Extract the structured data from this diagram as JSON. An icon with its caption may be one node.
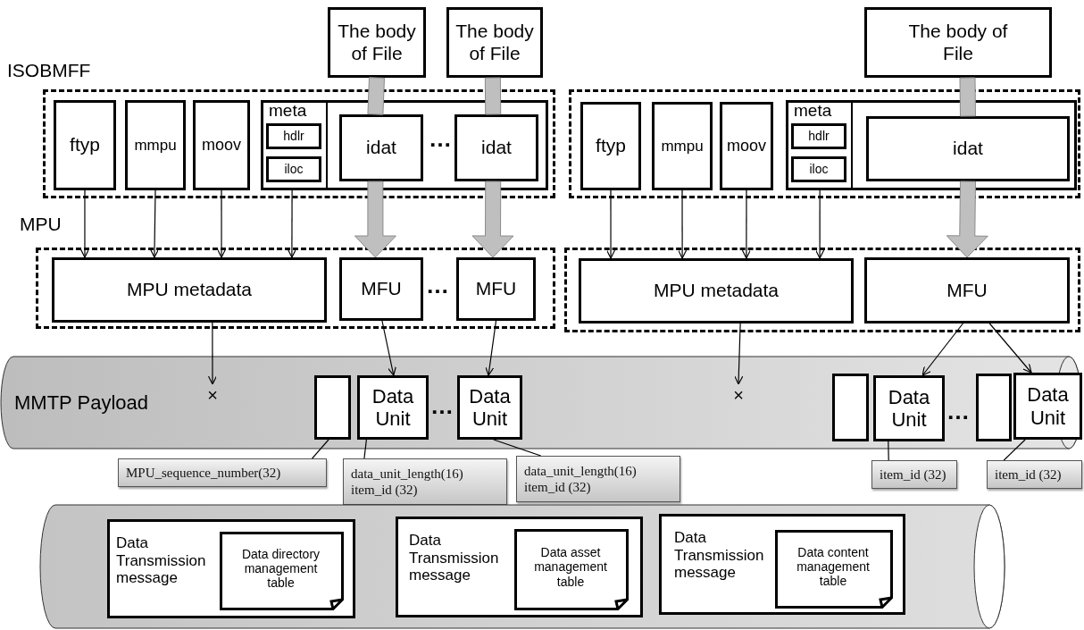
{
  "diagram": {
    "nodes": [
      {
        "text": [
          "The body of File"
        ]
      },
      {
        "text": [
          "The body of File"
        ]
      },
      {
        "text": [
          "The body of File"
        ]
      },
      {
        "text": [
          "ISOBMFF"
        ]
      },
      {
        "text": [
          "ftyp"
        ],
        "in": 3
      },
      {
        "text": [
          "mmpu"
        ],
        "in": 3
      },
      {
        "text": [
          "moov"
        ],
        "in": 3
      },
      {
        "text": [
          "meta"
        ],
        "in": 3
      },
      {
        "text": [
          "hdlr"
        ],
        "in": 7
      },
      {
        "text": [
          "iloc"
        ],
        "in": 7
      },
      {
        "text": [
          "idat"
        ],
        "in": 7
      },
      {
        "text": [
          "idat"
        ],
        "in": 7
      },
      {
        "text": [],
        "shape": "box"
      },
      {
        "text": [
          "ftyp"
        ],
        "in": 12
      },
      {
        "text": [
          "mmpu"
        ],
        "in": 12
      },
      {
        "text": [
          "moov"
        ],
        "in": 12
      },
      {
        "text": [
          "meta"
        ],
        "in": 12
      },
      {
        "text": [
          "hdlr"
        ],
        "in": 16
      },
      {
        "text": [
          "iloc"
        ],
        "in": 16
      },
      {
        "text": [
          "idat"
        ],
        "in": 16
      },
      {
        "text": [
          "MPU"
        ]
      },
      {
        "text": [
          "MPU metadata"
        ],
        "in": 20
      },
      {
        "text": [
          "MFU"
        ],
        "in": 20
      },
      {
        "text": [
          "MFU"
        ],
        "in": 20
      },
      {
        "text": [],
        "shape": "box"
      },
      {
        "text": [
          "MPU metadata"
        ],
        "in": 24
      },
      {
        "text": [
          "MFU"
        ],
        "in": 24
      },
      {
        "text": [
          "MMTP Payload"
        ]
      },
      {
        "text": [],
        "shape": "box",
        "in": 27
      },
      {
        "text": [
          "Data Unit"
        ],
        "in": 27
      },
      {
        "text": [
          "Data Unit"
        ],
        "in": 27
      },
      {
        "text": [],
        "shape": "box",
        "in": 27
      },
      {
        "text": [
          "Data Unit"
        ],
        "in": 27
      },
      {
        "text": [],
        "shape": "box",
        "in": 27
      },
      {
        "text": [
          "Data Unit"
        ],
        "in": 27
      },
      {
        "text": [
          "×"
        ],
        "in": 27
      },
      {
        "text": [
          "×"
        ],
        "in": 27
      },
      {
        "text": [
          "MPU_sequence_number(32)"
        ]
      },
      {
        "text": [
          "data_unit_length(16)",
          "item_id (32)"
        ]
      },
      {
        "text": [
          "data_unit_length(16)",
          "item_id (32)"
        ]
      },
      {
        "text": [
          "item_id (32)"
        ]
      },
      {
        "text": [
          "item_id (32)"
        ]
      },
      {
        "text": [],
        "shape": "cylinder"
      },
      {
        "text": [
          "Data Transmission message"
        ],
        "in": 42
      },
      {
        "text": [
          "Data directory management table"
        ],
        "in": 43
      },
      {
        "text": [
          "Data Transmission message"
        ],
        "in": 42
      },
      {
        "text": [
          "Data asset management table"
        ],
        "in": 45
      },
      {
        "text": [
          "Data Transmission message"
        ],
        "in": 42
      },
      {
        "text": [
          "Data content management table"
        ],
        "in": 47
      }
    ],
    "edges": [
      {
        "from": 0,
        "to": 10,
        "arrow": "none",
        "style": "thick",
        "color": "#bfbfbf"
      },
      {
        "from": 10,
        "to": 22,
        "arrow": "to",
        "style": "thick",
        "color": "#bfbfbf"
      },
      {
        "from": 1,
        "to": 11,
        "arrow": "none",
        "style": "thick",
        "color": "#bfbfbf"
      },
      {
        "from": 11,
        "to": 23,
        "arrow": "to",
        "style": "thick",
        "color": "#bfbfbf"
      },
      {
        "from": 2,
        "to": 19,
        "arrow": "none",
        "style": "thick",
        "color": "#bfbfbf"
      },
      {
        "from": 19,
        "to": 26,
        "arrow": "to",
        "style": "thick",
        "color": "#bfbfbf"
      },
      {
        "from": 4,
        "to": 21,
        "arrow": "to"
      },
      {
        "from": 5,
        "to": 21,
        "arrow": "to"
      },
      {
        "from": 6,
        "to": 21,
        "arrow": "to"
      },
      {
        "from": 7,
        "to": 21,
        "arrow": "to"
      },
      {
        "from": 13,
        "to": 25,
        "arrow": "to"
      },
      {
        "from": 14,
        "to": 25,
        "arrow": "to"
      },
      {
        "from": 15,
        "to": 25,
        "arrow": "to"
      },
      {
        "from": 16,
        "to": 25,
        "arrow": "to"
      },
      {
        "from": 21,
        "to": 35,
        "arrow": "to"
      },
      {
        "from": 22,
        "to": 29,
        "arrow": "to"
      },
      {
        "from": 23,
        "to": 30,
        "arrow": "to"
      },
      {
        "from": 25,
        "to": 36,
        "arrow": "to"
      },
      {
        "from": 26,
        "to": 32,
        "arrow": "to"
      },
      {
        "from": 26,
        "to": 34,
        "arrow": "to"
      },
      {
        "from": 37,
        "to": 28,
        "arrow": "none"
      },
      {
        "from": 38,
        "to": 29,
        "arrow": "none"
      },
      {
        "from": 39,
        "to": 30,
        "arrow": "none"
      },
      {
        "from": 40,
        "to": 32,
        "arrow": "none"
      },
      {
        "from": 41,
        "to": 34,
        "arrow": "none"
      }
    ],
    "labels": [
      "…",
      "…",
      "…",
      "…"
    ]
  }
}
